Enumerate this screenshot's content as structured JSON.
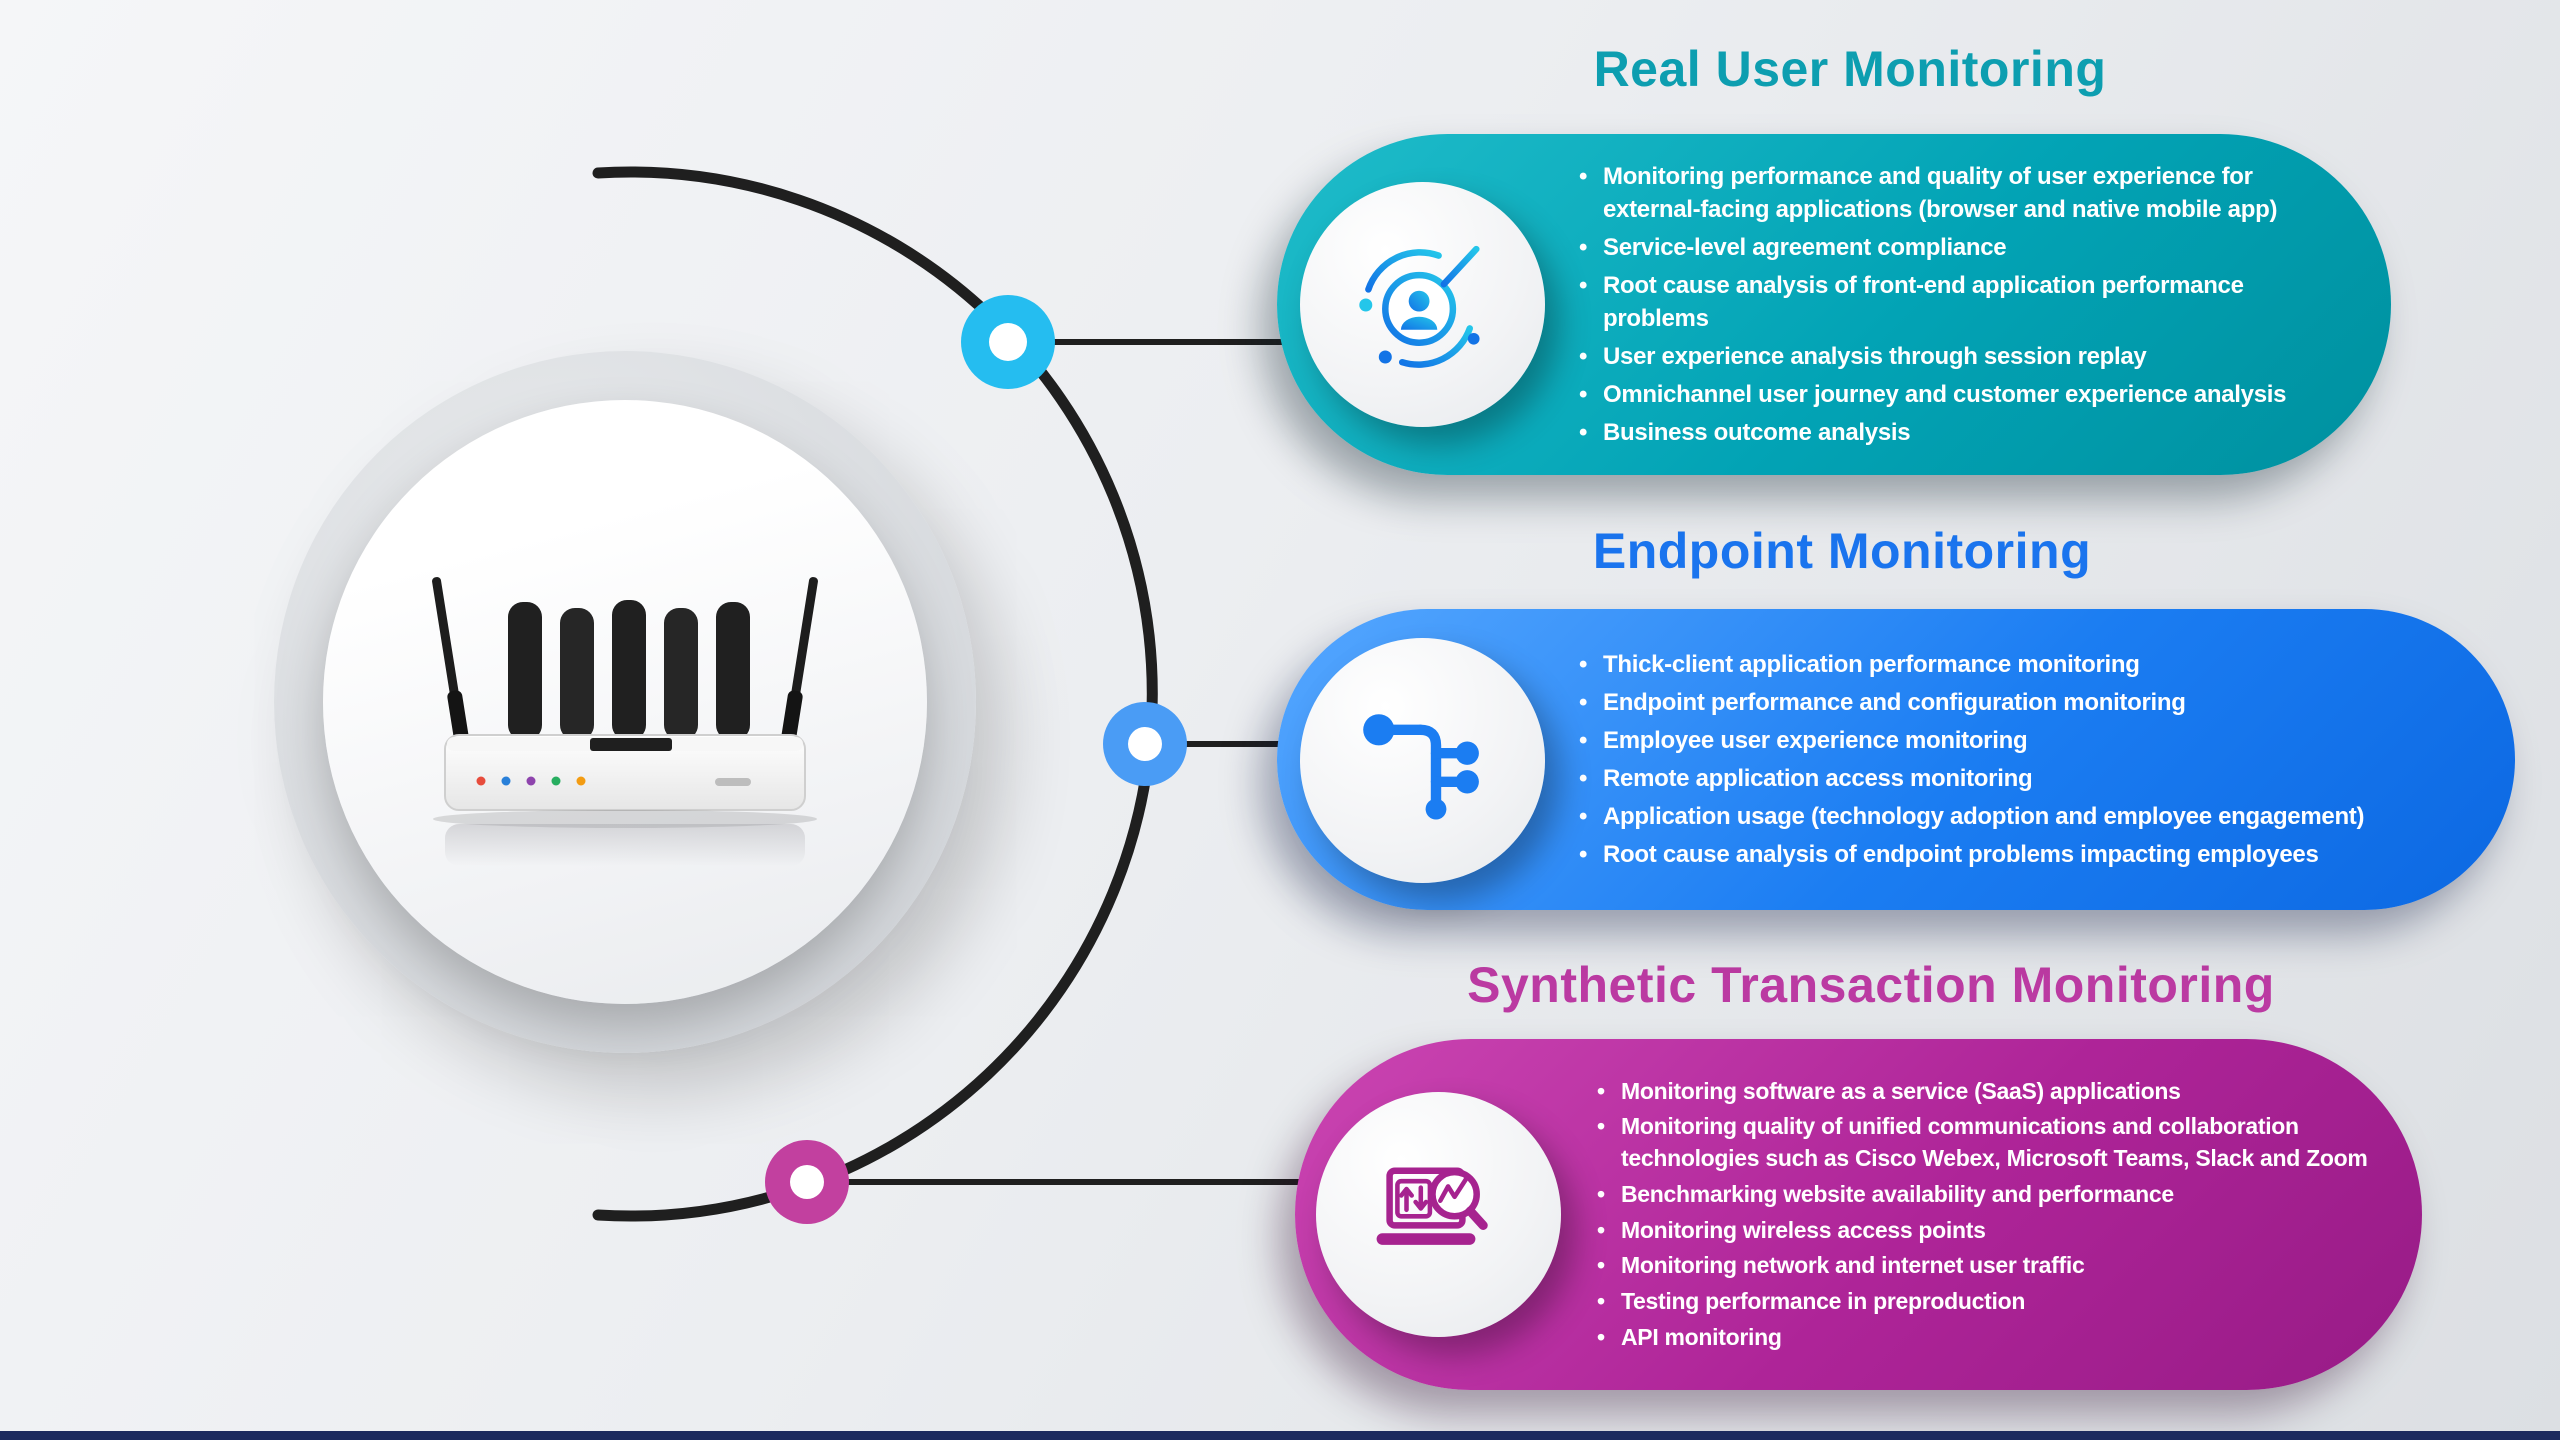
{
  "connector": {
    "line_color": "#1f1f1f"
  },
  "device": {
    "name": "wireless-router"
  },
  "footer": {
    "bar_color": "#1c2a5e"
  },
  "sections": [
    {
      "id": "real-user-monitoring",
      "title": "Real User Monitoring",
      "accent_color": "#0d9eb0",
      "node_color": "#25bdf0",
      "icon": "user-session-icon",
      "items": [
        "Monitoring performance and quality of user experience for external-facing applications (browser and native mobile app)",
        "Service-level agreement compliance",
        "Root cause analysis of front-end application performance problems",
        "User experience analysis through session replay",
        "Omnichannel user journey and customer experience analysis",
        "Business outcome analysis"
      ]
    },
    {
      "id": "endpoint-monitoring",
      "title": "Endpoint Monitoring",
      "accent_color": "#1a74ee",
      "node_color": "#4a9cf5",
      "icon": "endpoint-network-icon",
      "items": [
        "Thick-client application performance monitoring",
        "Endpoint performance and configuration monitoring",
        "Employee user experience monitoring",
        "Remote application access monitoring",
        "Application usage (technology adoption and employee engagement)",
        "Root cause analysis of endpoint problems impacting employees"
      ]
    },
    {
      "id": "synthetic-transaction-monitoring",
      "title": "Synthetic Transaction Monitoring",
      "accent_color": "#bb3aa2",
      "node_color": "#c2409f",
      "icon": "synthetic-test-icon",
      "items": [
        "Monitoring software as a service (SaaS) applications",
        "Monitoring quality of unified communications and collaboration technologies such as Cisco Webex, Microsoft Teams, Slack and Zoom",
        "Benchmarking website availability and performance",
        "Monitoring wireless access points",
        "Monitoring network and internet user traffic",
        "Testing performance in preproduction",
        "API monitoring"
      ]
    }
  ]
}
